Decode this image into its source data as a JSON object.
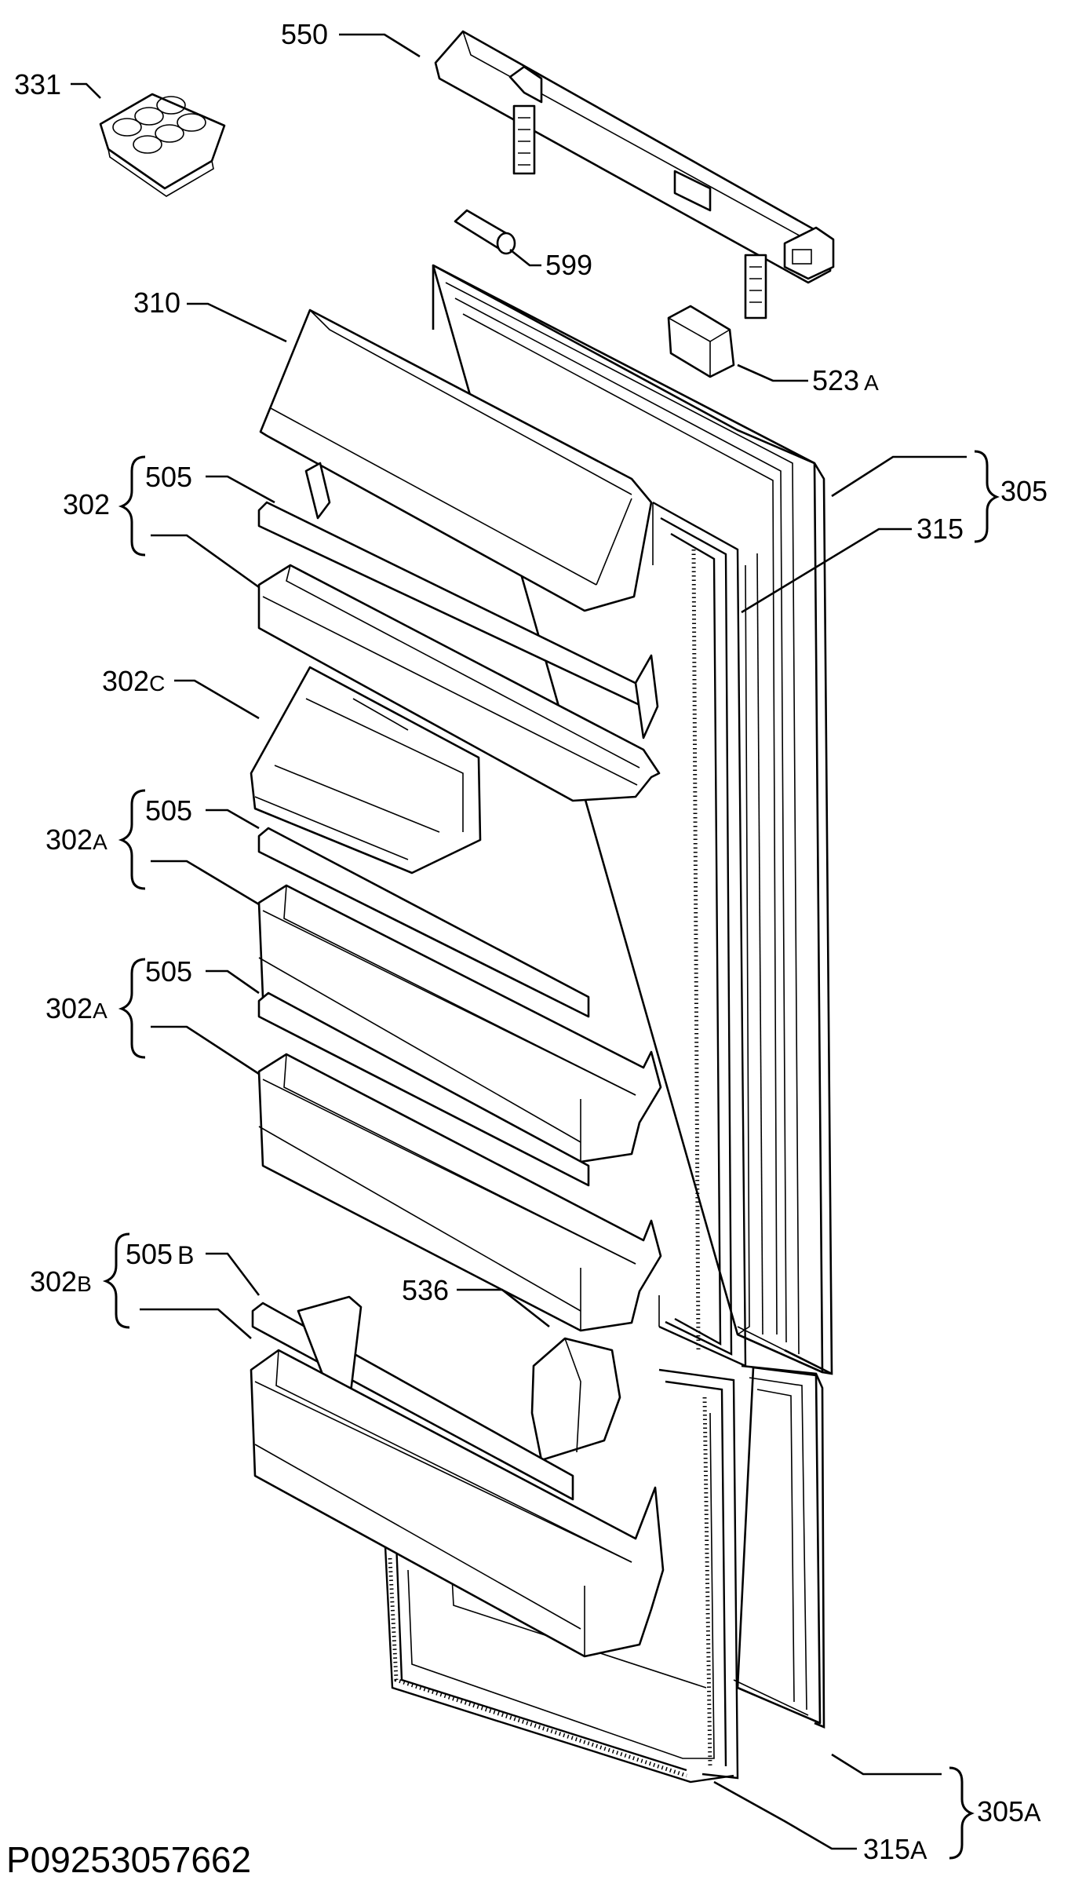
{
  "diagram": {
    "labels": {
      "p550": "550",
      "p331": "331",
      "p599": "599",
      "p310": "310",
      "p523a": "523",
      "p523a_suffix": "A",
      "p305": "305",
      "p315": "315",
      "p302": "302",
      "p505_top": "505",
      "p302c": "302",
      "p302c_suffix": "C",
      "p302a_1": "302",
      "p302a_1_suffix": "A",
      "p505_mid": "505",
      "p302a_2": "302",
      "p302a_2_suffix": "A",
      "p505_low": "505",
      "p302b": "302",
      "p302b_suffix": "B",
      "p505b": "505",
      "p505b_suffix": "B",
      "p536": "536",
      "p305a": "305",
      "p305a_suffix": "A",
      "p315a": "315",
      "p315a_suffix": "A"
    },
    "drawing_code": "P09253057662"
  }
}
